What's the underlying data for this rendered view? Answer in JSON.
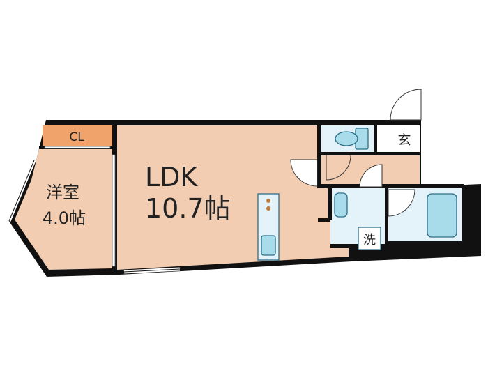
{
  "rooms": {
    "ldk": {
      "name": "LDK",
      "size": "10.7帖"
    },
    "western": {
      "name": "洋室",
      "size": "4.0帖"
    },
    "closet": {
      "name": "CL"
    },
    "entrance": {
      "name": "玄"
    },
    "laundry": {
      "name": "洗"
    }
  },
  "colors": {
    "wall": "#111111",
    "floor": "#f3cdb2",
    "closet": "#f0a46c",
    "wet_area": "#e4f2fa",
    "fixture": "#a9dcea",
    "fixture_stroke": "#2b6f86",
    "entrance_floor": "#ffffff"
  }
}
